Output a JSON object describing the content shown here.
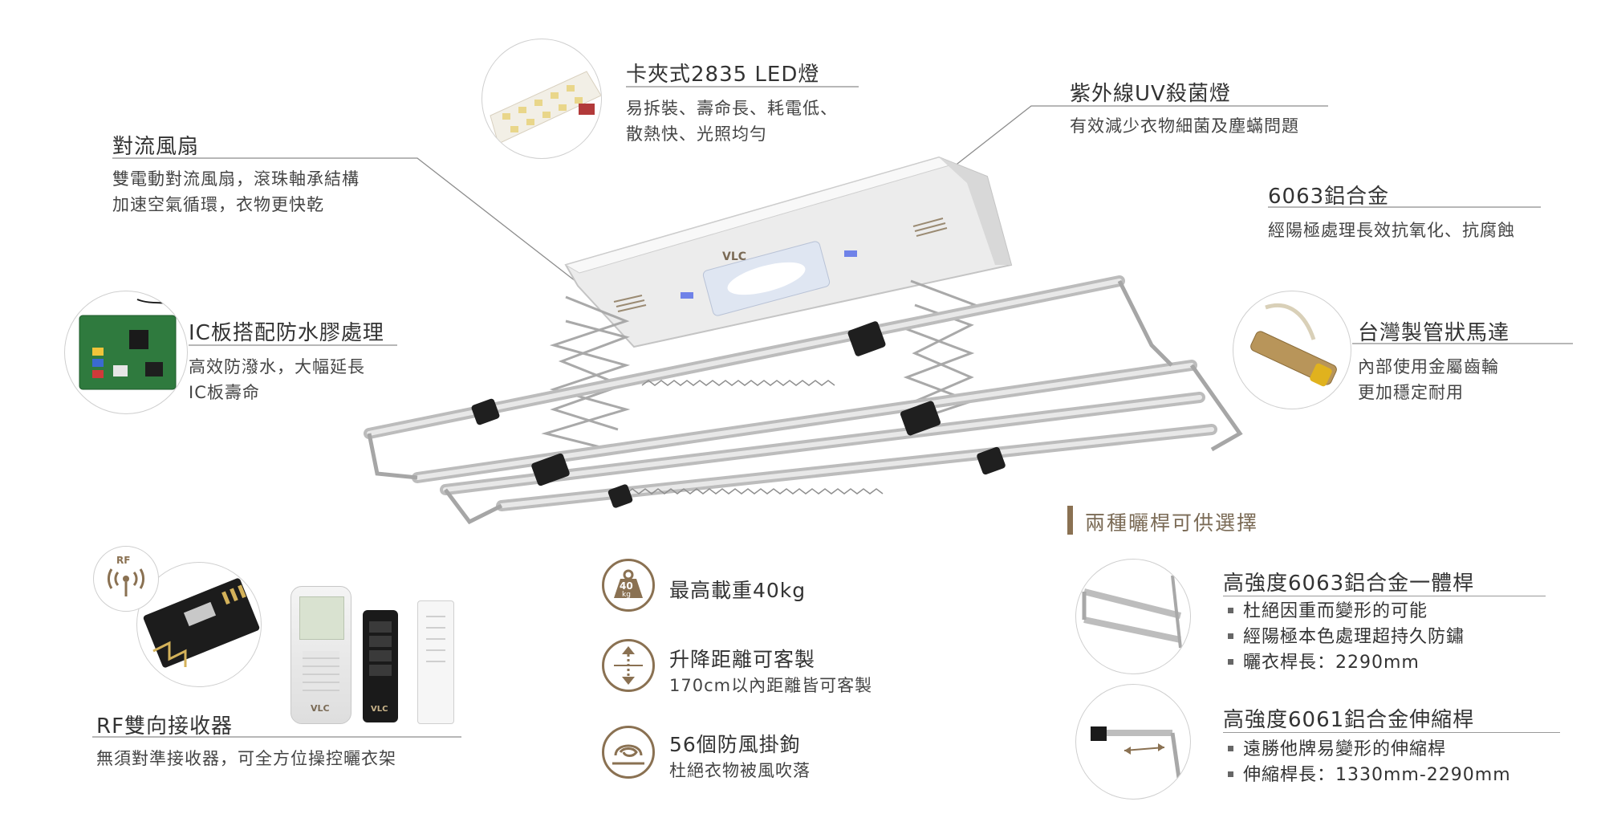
{
  "callouts": {
    "led": {
      "title": "卡夾式2835 LED燈",
      "desc": [
        "易拆裝、壽命長、耗電低、",
        "散熱快、光照均勻"
      ]
    },
    "uv": {
      "title": "紫外線UV殺菌燈",
      "desc": [
        "有效減少衣物細菌及塵蟎問題"
      ]
    },
    "fan": {
      "title": "對流風扇",
      "desc": [
        "雙電動對流風扇，滾珠軸承結構",
        "加速空氣循環，衣物更快乾"
      ]
    },
    "alloy": {
      "title": "6063鋁合金",
      "desc": [
        "經陽極處理長效抗氧化、抗腐蝕"
      ]
    },
    "ic": {
      "title": "IC板搭配防水膠處理",
      "desc": [
        "高效防潑水，大幅延長",
        "IC板壽命"
      ]
    },
    "motor": {
      "title": "台灣製管狀馬達",
      "desc": [
        "內部使用金屬齒輪",
        "更加穩定耐用"
      ]
    },
    "rf": {
      "title": "RF雙向接收器",
      "desc": [
        "無須對準接收器，可全方位操控曬衣架"
      ]
    }
  },
  "rf_badge": "RF",
  "brand": "VLC",
  "load_badge": {
    "value": "40",
    "unit": "kg"
  },
  "features": [
    {
      "title": "最高載重40kg",
      "desc": ""
    },
    {
      "title": "升降距離可客製",
      "desc": "170cm以內距離皆可客製"
    },
    {
      "title": "56個防風掛鉤",
      "desc": "杜絕衣物被風吹落"
    }
  ],
  "rod_section": {
    "heading": "兩種曬桿可供選擇",
    "options": [
      {
        "title": "高強度6063鋁合金一體桿",
        "bullets": [
          "杜絕因重而變形的可能",
          "經陽極本色處理超持久防鏽",
          "曬衣桿長：2290mm"
        ]
      },
      {
        "title": "高強度6061鋁合金伸縮桿",
        "bullets": [
          "遠勝他牌易變形的伸縮桿",
          "伸縮桿長：1330mm-2290mm"
        ]
      }
    ]
  },
  "colors": {
    "accent_gold": "#8a7152",
    "rule_gray": "#9a9a9a",
    "text": "#333333"
  }
}
